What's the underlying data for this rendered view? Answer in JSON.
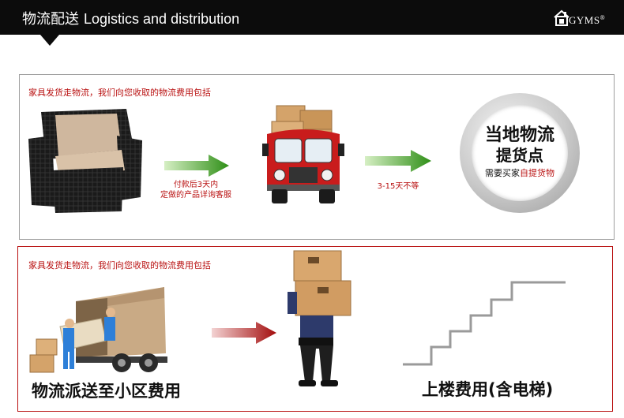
{
  "header": {
    "title_cn": "物流配送",
    "title_en": "Logistics and distribution",
    "logo_text": "GYMS",
    "logo_mark": "®"
  },
  "section1": {
    "note": "家具发货走物流，我们向您收取的物流费用包括",
    "step1_line1": "付款后3天内",
    "step1_line2": "定做的产品详询客服",
    "step2_label": "3-15天不等",
    "badge_line1": "当地物流",
    "badge_line2": "提货点",
    "badge_line3_prefix": "需要买家",
    "badge_line3_highlight": "自提货物"
  },
  "section2": {
    "note": "家具发货走物流，我们向您收取的物流费用包括",
    "caption_left": "物流派送至小区费用",
    "caption_right": "上楼费用(含电梯)"
  },
  "colors": {
    "header_bg": "#0c0c0c",
    "accent_red": "#b91111",
    "arrow_green": "#3a9b1d",
    "arrow_red": "#b01010",
    "truck_red": "#c91c1c",
    "box_tan": "#d4a36a"
  },
  "icons": [
    "house-logo-icon",
    "armchair-icon",
    "green-arrow-icon",
    "delivery-truck-icon",
    "red-arrow-icon",
    "movers-truck-icon",
    "box-carrier-icon",
    "stairs-icon"
  ]
}
